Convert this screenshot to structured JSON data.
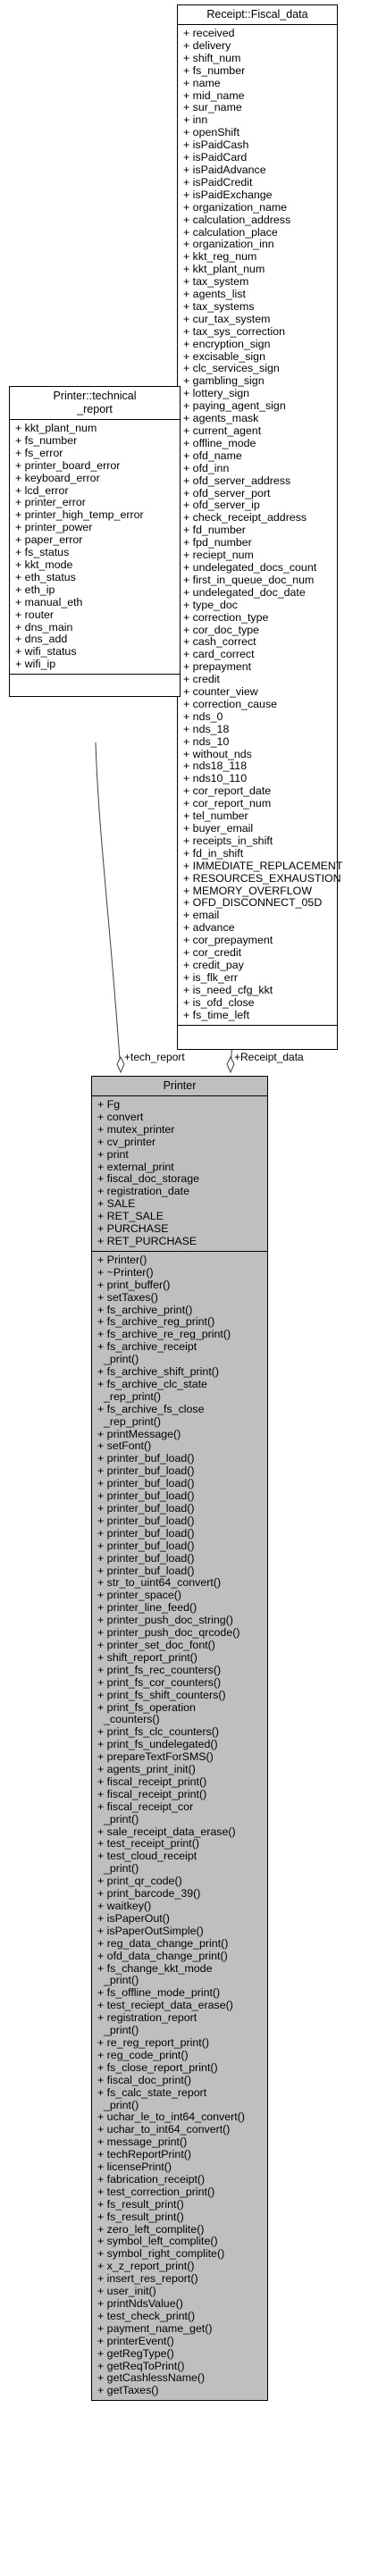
{
  "classes": {
    "fiscal_data": {
      "title": "Receipt::Fiscal_data",
      "attributes": [
        "+ received",
        "+ delivery",
        "+ shift_num",
        "+ fs_number",
        "+ name",
        "+ mid_name",
        "+ sur_name",
        "+ inn",
        "+ openShift",
        "+ isPaidCash",
        "+ isPaidCard",
        "+ isPaidAdvance",
        "+ isPaidCredit",
        "+ isPaidExchange",
        "+ organization_name",
        "+ calculation_address",
        "+ calculation_place",
        "+ organization_inn",
        "+ kkt_reg_num",
        "+ kkt_plant_num",
        "+ tax_system",
        "+ agents_list",
        "+ tax_systems",
        "+ cur_tax_system",
        "+ tax_sys_correction",
        "+ encryption_sign",
        "+ excisable_sign",
        "+ clc_services_sign",
        "+ gambling_sign",
        "+ lottery_sign",
        "+ paying_agent_sign",
        "+ agents_mask",
        "+ current_agent",
        "+ offline_mode",
        "+ ofd_name",
        "+ ofd_inn",
        "+ ofd_server_address",
        "+ ofd_server_port",
        "+ ofd_server_ip",
        "+ check_receipt_address",
        "+ fd_number",
        "+ fpd_number",
        "+ reciept_num",
        "+ undelegated_docs_count",
        "+ first_in_queue_doc_num",
        "+ undelegated_doc_date",
        "+ type_doc",
        "+ correction_type",
        "+ cor_doc_type",
        "+ cash_correct",
        "+ card_correct",
        "+ prepayment",
        "+ credit",
        "+ counter_view",
        "+ correction_cause",
        "+ nds_0",
        "+ nds_18",
        "+ nds_10",
        "+ without_nds",
        "+ nds18_118",
        "+ nds10_110",
        "+ cor_report_date",
        "+ cor_report_num",
        "+ tel_number",
        "+ buyer_email",
        "+ receipts_in_shift",
        "+ fd_in_shift",
        "+ IMMEDIATE_REPLACEMENT",
        "+ RESOURCES_EXHAUSTION",
        "+ MEMORY_OVERFLOW",
        "+ OFD_DISCONNECT_05D",
        "+ email",
        "+ advance",
        "+ cor_prepayment",
        "+ cor_credit",
        "+ credit_pay",
        "+ is_flk_err",
        "+ is_need_cfg_kkt",
        "+ is_ofd_close",
        "+ fs_time_left"
      ],
      "methods": []
    },
    "technical_report": {
      "title_lines": [
        "Printer::technical",
        "_report"
      ],
      "attributes": [
        "+ kkt_plant_num",
        "+ fs_number",
        "+ fs_error",
        "+ printer_board_error",
        "+ keyboard_error",
        "+ lcd_error",
        "+ printer_error",
        "+ printer_high_temp_error",
        "+ printer_power",
        "+ paper_error",
        "+ fs_status",
        "+ kkt_mode",
        "+ eth_status",
        "+ eth_ip",
        "+ manual_eth",
        "+ router",
        "+ dns_main",
        "+ dns_add",
        "+ wifi_status",
        "+ wifi_ip"
      ],
      "methods": []
    },
    "printer": {
      "title": "Printer",
      "attributes": [
        "+ Fg",
        "+ convert",
        "+ mutex_printer",
        "+ cv_printer",
        "+ print",
        "+ external_print",
        "+ fiscal_doc_storage",
        "+ registration_date",
        "+ SALE",
        "+ RET_SALE",
        "+ PURCHASE",
        "+ RET_PURCHASE"
      ],
      "methods": [
        "+ Printer()",
        "+ ~Printer()",
        "+ print_buffer()",
        "+ setTaxes()",
        "+ fs_archive_print()",
        "+ fs_archive_reg_print()",
        "+ fs_archive_re_reg_print()",
        "+ fs_archive_receipt",
        "  _print()",
        "+ fs_archive_shift_print()",
        "+ fs_archive_clc_state",
        "  _rep_print()",
        "+ fs_archive_fs_close",
        "  _rep_print()",
        "+ printMessage()",
        "+ setFont()",
        "+ printer_buf_load()",
        "+ printer_buf_load()",
        "+ printer_buf_load()",
        "+ printer_buf_load()",
        "+ printer_buf_load()",
        "+ printer_buf_load()",
        "+ printer_buf_load()",
        "+ printer_buf_load()",
        "+ printer_buf_load()",
        "+ printer_buf_load()",
        "+ str_to_uint64_convert()",
        "+ printer_space()",
        "+ printer_line_feed()",
        "+ printer_push_doc_string()",
        "+ printer_push_doc_qrcode()",
        "+ printer_set_doc_font()",
        "+ shift_report_print()",
        "+ print_fs_rec_counters()",
        "+ print_fs_cor_counters()",
        "+ print_fs_shift_counters()",
        "+ print_fs_operation",
        "  _counters()",
        "+ print_fs_clc_counters()",
        "+ print_fs_undelegated()",
        "+ prepareTextForSMS()",
        "+ agents_print_init()",
        "+ fiscal_receipt_print()",
        "+ fiscal_receipt_print()",
        "+ fiscal_receipt_cor",
        "  _print()",
        "+ sale_receipt_data_erase()",
        "+ test_receipt_print()",
        "+ test_cloud_receipt",
        "  _print()",
        "+ print_qr_code()",
        "+ print_barcode_39()",
        "+ waitkey()",
        "+ isPaperOut()",
        "+ isPaperOutSimple()",
        "+ reg_data_change_print()",
        "+ ofd_data_change_print()",
        "+ fs_change_kkt_mode",
        "  _print()",
        "+ fs_offline_mode_print()",
        "+ test_reciept_data_erase()",
        "+ registration_report",
        "  _print()",
        "+ re_reg_report_print()",
        "+ reg_code_print()",
        "+ fs_close_report_print()",
        "+ fiscal_doc_print()",
        "+ fs_calc_state_report",
        "  _print()",
        "+ uchar_le_to_int64_convert()",
        "+ uchar_to_int64_convert()",
        "+ message_print()",
        "+ techReportPrint()",
        "+ licensePrint()",
        "+ fabrication_receipt()",
        "+ test_correction_print()",
        "+ fs_result_print()",
        "+ fs_result_print()",
        "+ zero_left_complite()",
        "+ symbol_left_complite()",
        "+ symbol_right_complite()",
        "+ x_z_report_print()",
        "+ insert_res_report()",
        "+ user_init()",
        "+ printNdsValue()",
        "+ test_check_print()",
        "+ payment_name_get()",
        "+ printerEvent()",
        "+ getRegType()",
        "+ getReqToPrint()",
        "+ getCashlessName()",
        "+ getTaxes()"
      ]
    }
  },
  "edges": [
    {
      "label": "+tech_report",
      "from": "technical_report",
      "to": "printer"
    },
    {
      "label": "+Receipt_data",
      "from": "fiscal_data",
      "to": "printer"
    }
  ]
}
